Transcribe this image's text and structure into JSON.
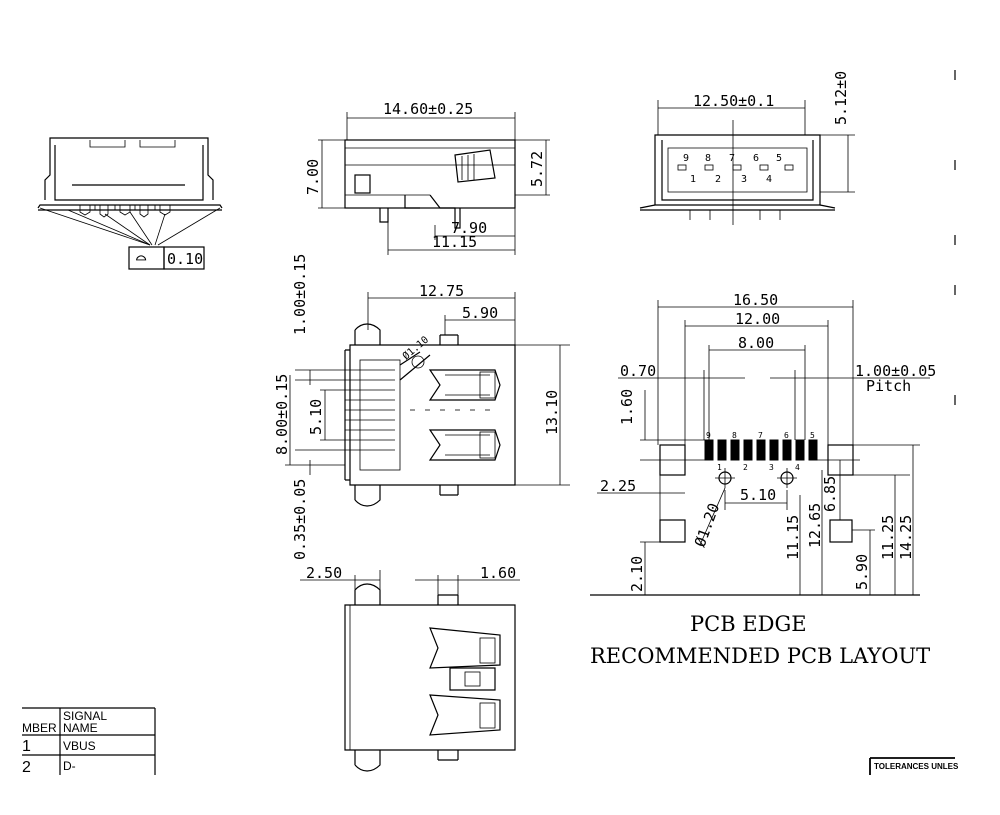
{
  "front_view": {
    "flatness_symbol": "⌓",
    "flatness_value": "0.10"
  },
  "side_view": {
    "width_dim": "14.60±0.25",
    "height_dim": "7.00",
    "inner_height_dim": "5.72",
    "dim_790": "7.90",
    "dim_1115": "11.15"
  },
  "end_view": {
    "width_dim": "12.50±0.1",
    "height_dim": "5.12±0",
    "pins_top": [
      "9",
      "8",
      "7",
      "6",
      "5"
    ],
    "pins_bottom": [
      "1",
      "2",
      "3",
      "4"
    ]
  },
  "top_view": {
    "dim_1275": "12.75",
    "dim_590": "5.90",
    "dim_100": "1.00±0.15",
    "dim_800": "8.00±0.15",
    "dim_510": "5.10",
    "dim_1310": "13.10",
    "dim_035": "0.35±0.05",
    "dim_dia": "Ø1.10"
  },
  "bottom_view": {
    "dim_250": "2.50",
    "dim_160": "1.60"
  },
  "pcb_layout": {
    "dim_1650": "16.50",
    "dim_1200": "12.00",
    "dim_800": "8.00",
    "dim_070": "0.70",
    "dim_pitch": "1.00±0.05",
    "pitch_label": "Pitch",
    "dim_160": "1.60",
    "dim_225": "2.25",
    "dim_dia120": "Ø1.20",
    "dim_510": "5.10",
    "dim_685": "6.85",
    "dim_1115": "11.15",
    "dim_1265": "12.65",
    "dim_1125": "11.25",
    "dim_1425": "14.25",
    "dim_590": "5.90",
    "dim_210": "2.10",
    "pin_numbers": [
      "9",
      "8",
      "7",
      "6",
      "5",
      "1",
      "2",
      "3",
      "4"
    ],
    "pcb_edge_label": "PCB EDGE",
    "caption": "RECOMMENDED PCB LAYOUT"
  },
  "signal_table": {
    "header_col1": "MBER",
    "header_col2_line1": "SIGNAL",
    "header_col2_line2": "NAME",
    "rows": [
      {
        "number": "1",
        "name": "VBUS"
      },
      {
        "number": "2",
        "name": "D-"
      }
    ]
  },
  "tolerance_note": "TOLERANCES UNLES"
}
